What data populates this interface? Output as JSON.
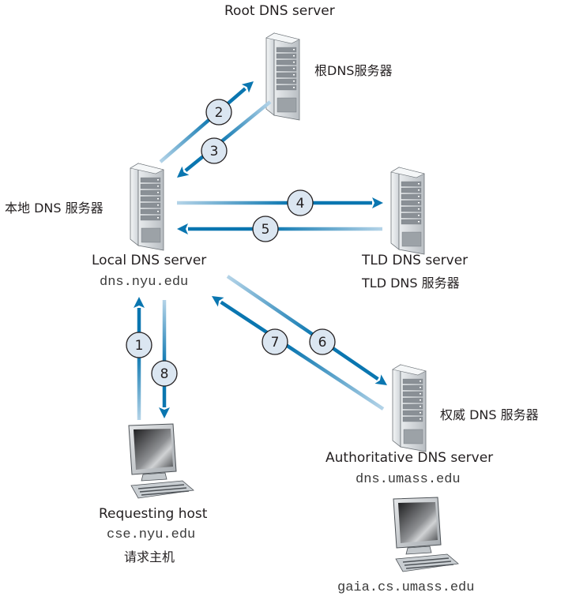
{
  "nodes": {
    "root": {
      "title": "Root DNS server",
      "cn_label": "根DNS服务器"
    },
    "local": {
      "title": "Local DNS server",
      "hostname": "dns.nyu.edu",
      "cn_label": "本地 DNS 服务器"
    },
    "tld": {
      "title": "TLD DNS server",
      "cn_label": "TLD DNS 服务器"
    },
    "auth": {
      "title": "Authoritative DNS server",
      "hostname": "dns.umass.edu",
      "cn_label": "权威 DNS 服务器"
    },
    "host": {
      "title": "Requesting host",
      "hostname": "cse.nyu.edu",
      "cn_label": "请求主机"
    },
    "target": {
      "hostname": "gaia.cs.umass.edu"
    }
  },
  "steps": [
    {
      "n": "1",
      "from": "Requesting host",
      "to": "Local DNS server"
    },
    {
      "n": "2",
      "from": "Local DNS server",
      "to": "Root DNS server"
    },
    {
      "n": "3",
      "from": "Root DNS server",
      "to": "Local DNS server"
    },
    {
      "n": "4",
      "from": "Local DNS server",
      "to": "TLD DNS server"
    },
    {
      "n": "5",
      "from": "TLD DNS server",
      "to": "Local DNS server"
    },
    {
      "n": "6",
      "from": "Local DNS server",
      "to": "Authoritative DNS server"
    },
    {
      "n": "7",
      "from": "Authoritative DNS server",
      "to": "Local DNS server"
    },
    {
      "n": "8",
      "from": "Local DNS server",
      "to": "Requesting host"
    }
  ],
  "colors": {
    "arrow_dark": "#0a76b0",
    "arrow_light": "#b5d4e8",
    "circle_fill": "#dbe6f1",
    "circle_stroke": "#231f20"
  }
}
